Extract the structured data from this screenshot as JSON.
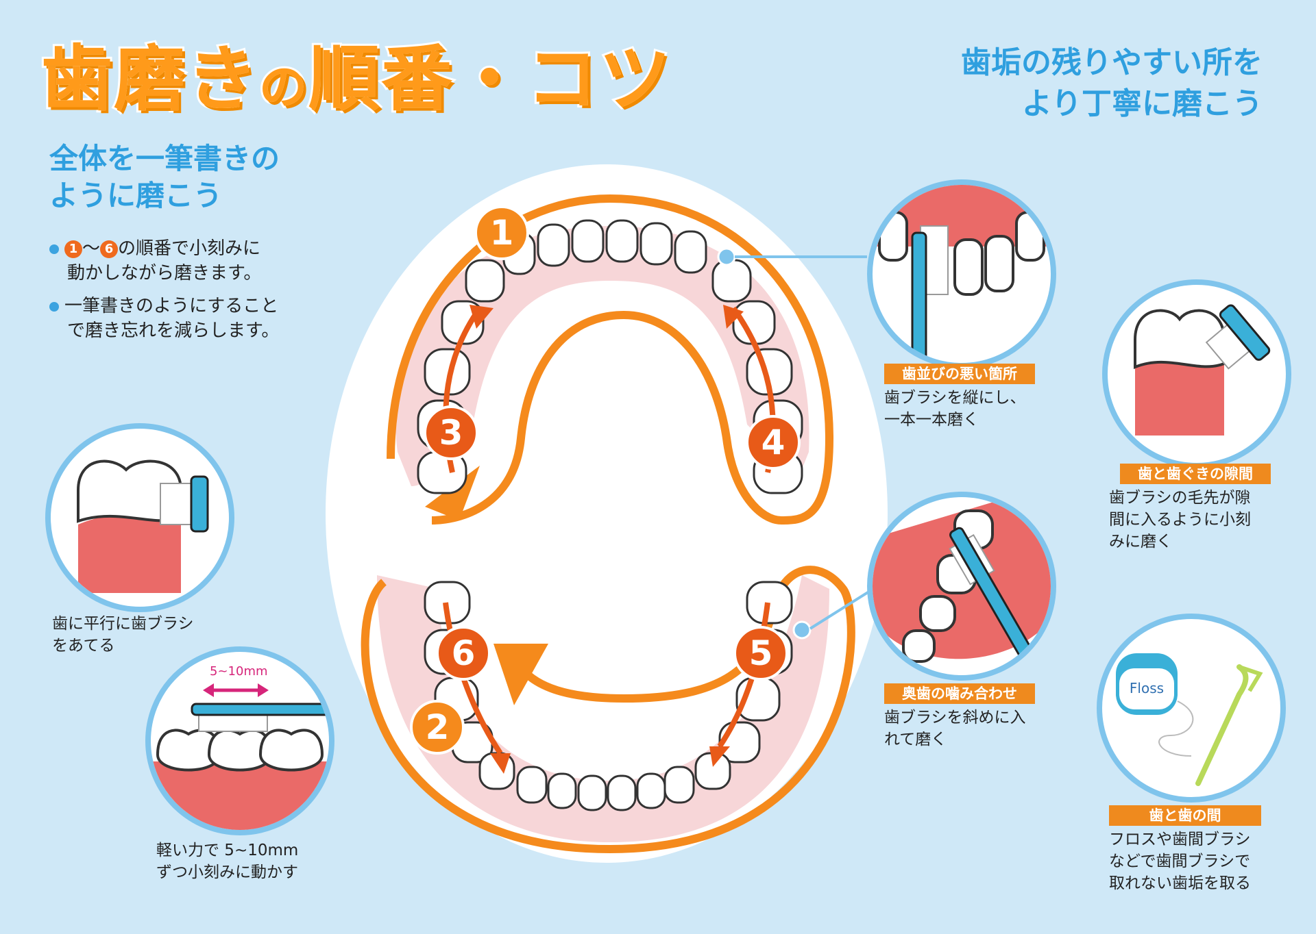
{
  "title": {
    "main1": "歯磨き",
    "small": "の",
    "main2": "順番・コツ"
  },
  "right_heading": {
    "line1": "歯垢の残りやすい所を",
    "line2": "より丁寧に磨こう"
  },
  "left_heading": {
    "line1": "全体を一筆書きの",
    "line2": "ように磨こう"
  },
  "bullets": {
    "b1_num_a": "1",
    "b1_tilde": "～",
    "b1_num_b": "6",
    "b1_text1": "の順番で小刻みに",
    "b1_text2": "動かしながら磨きます。",
    "b2_text1": "一筆書きのようにすること",
    "b2_text2": "で磨き忘れを減らします。"
  },
  "steps": [
    "1",
    "2",
    "3",
    "4",
    "5",
    "6"
  ],
  "left_tips": {
    "parallel_1": "歯に平行に歯ブラシ",
    "parallel_2": "をあてる",
    "range": "5~10mm",
    "light_1": "軽い力で 5~10mm",
    "light_2": "ずつ小刻みに動かす"
  },
  "right_tips": [
    {
      "label": "歯並びの悪い箇所",
      "line1": "歯ブラシを縦にし、",
      "line2": "一本一本磨く"
    },
    {
      "label": "奥歯の噛み合わせ",
      "line1": "歯ブラシを斜めに入",
      "line2": "れて磨く"
    },
    {
      "label": "歯と歯ぐきの隙間",
      "line1": "歯ブラシの毛先が隙",
      "line2": "間に入るように小刻",
      "line3": "みに磨く"
    },
    {
      "label": "歯と歯の間",
      "line1": "フロスや歯間ブラシ",
      "line2": "などで歯間ブラシで",
      "line3": "取れない歯垢を取る"
    }
  ],
  "floss_label": "Floss",
  "colors": {
    "background": "#cfe8f7",
    "orange": "#f58a1c",
    "red_orange": "#e85a18",
    "blue": "#2f9fdf",
    "gum": "#ea6a68",
    "ring": "#7fc4ec"
  }
}
